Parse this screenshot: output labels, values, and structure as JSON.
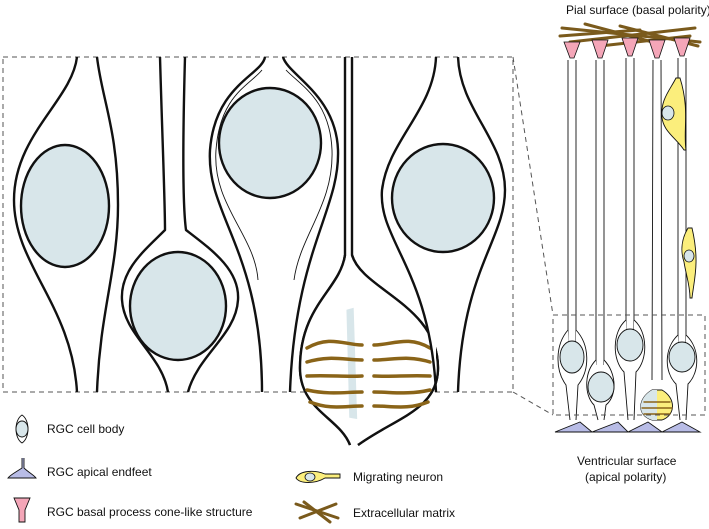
{
  "labels": {
    "pial_surface": "Pial surface (basal polarity)",
    "ventricular_line1": "Ventricular surface",
    "ventricular_line2": "(apical polarity)"
  },
  "legend": {
    "cell_body": "RGC cell body",
    "apical_endfeet": "RGC apical endfeet",
    "basal_cone": "RGC basal process cone-like structure",
    "migrating_neuron": "Migrating neuron",
    "ecm": "Extracellular matrix"
  },
  "colors": {
    "nucleus": "#d8e6ea",
    "neuron": "#fbee7c",
    "basal_cone": "#f4a6b8",
    "apical_endfeet": "#b8bce6",
    "ecm": "#7a5a1c"
  }
}
